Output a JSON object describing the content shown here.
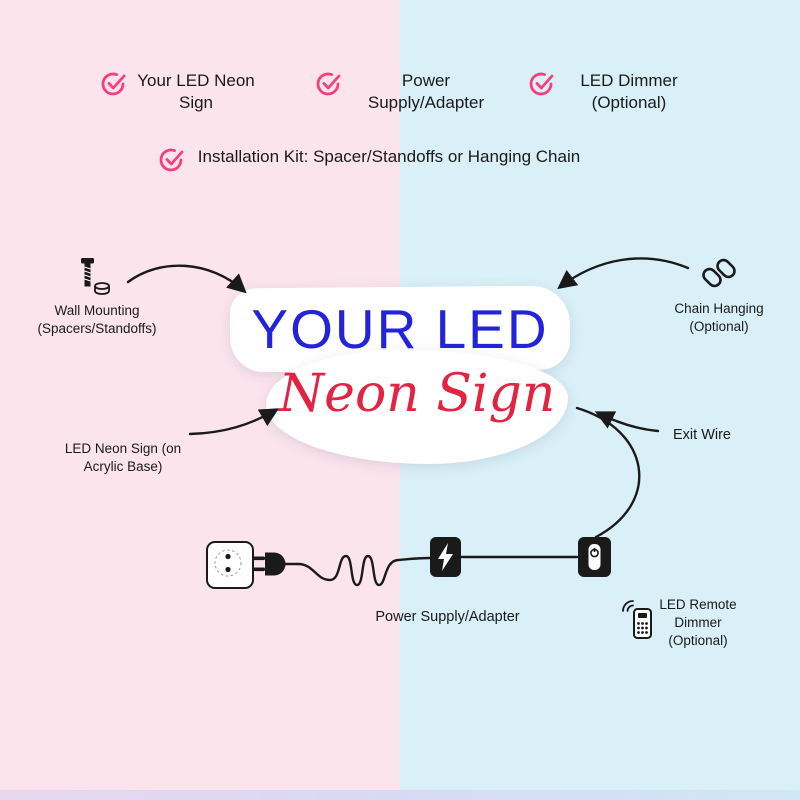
{
  "colors": {
    "bg_left": "#fbe4ec",
    "bg_right": "#d9f0f8",
    "check_pink": "#f4407c",
    "sign_blue": "#2323d9",
    "sign_red": "#e02442",
    "ink": "#1a1a1a"
  },
  "checklist": {
    "items": [
      {
        "label": "Your LED Neon Sign"
      },
      {
        "label": "Power Supply/Adapter"
      },
      {
        "label": "LED Dimmer (Optional)"
      },
      {
        "label": "Installation Kit: Spacer/Standoffs or Hanging Chain"
      }
    ]
  },
  "sign": {
    "line1": "YOUR LED",
    "line2": "Neon Sign"
  },
  "annotations": {
    "wall_mounting": "Wall Mounting (Spacers/Standoffs)",
    "chain_hanging": "Chain Hanging (Optional)",
    "led_neon_sign": "LED Neon Sign (on Acrylic Base)",
    "exit_wire": "Exit Wire",
    "power_supply": "Power Supply/Adapter",
    "remote_dimmer": "LED Remote Dimmer (Optional)"
  },
  "icons": {
    "check": "check-circle-icon",
    "screw": "screw-icon",
    "chain": "chain-link-icon",
    "outlet": "wall-outlet-icon",
    "plug": "power-plug-icon",
    "adapter": "power-adapter-icon",
    "dimmer": "dimmer-receiver-icon",
    "remote": "remote-control-icon"
  }
}
